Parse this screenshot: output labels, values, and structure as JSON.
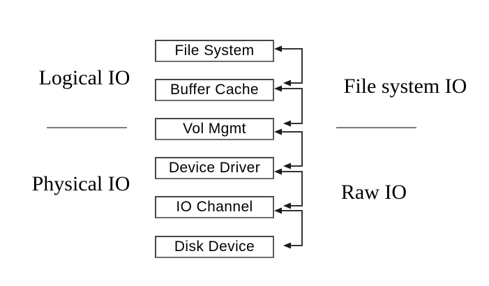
{
  "diagram": {
    "layers": [
      {
        "label": "File System"
      },
      {
        "label": "Buffer Cache"
      },
      {
        "label": "Vol Mgmt"
      },
      {
        "label": "Device Driver"
      },
      {
        "label": "IO Channel"
      },
      {
        "label": "Disk Device"
      }
    ],
    "regions": {
      "top_left": "Logical IO",
      "top_right": "File system IO",
      "bottom_left": "Physical IO",
      "bottom_right": "Raw IO"
    },
    "colors": {
      "background": "#ffffff",
      "box_border": "#454545",
      "line": "#333333",
      "arrowhead": "#1a1a1a",
      "divider": "#7d7d7d",
      "text": "#000000"
    }
  }
}
